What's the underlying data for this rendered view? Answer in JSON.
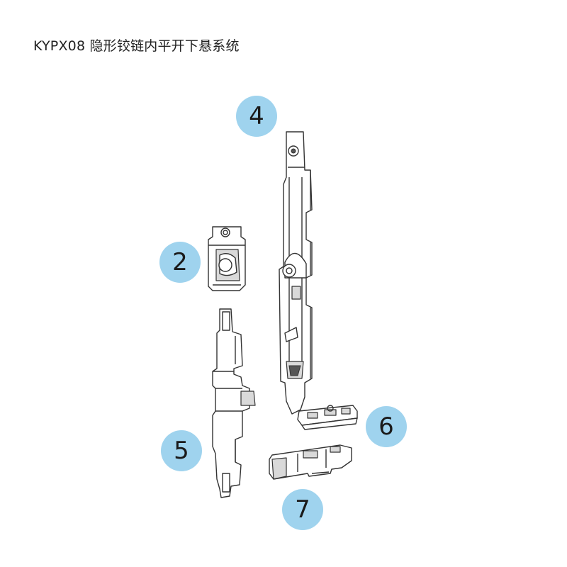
{
  "title": "KYPX08 隐形铰链内平开下悬系统",
  "colors": {
    "badge": "#9fd3ee",
    "line": "#333333",
    "background": "#ffffff"
  },
  "badges": [
    {
      "id": "badge-2",
      "number": "2"
    },
    {
      "id": "badge-4",
      "number": "4"
    },
    {
      "id": "badge-5",
      "number": "5"
    },
    {
      "id": "badge-6",
      "number": "6"
    },
    {
      "id": "badge-7",
      "number": "7"
    }
  ]
}
